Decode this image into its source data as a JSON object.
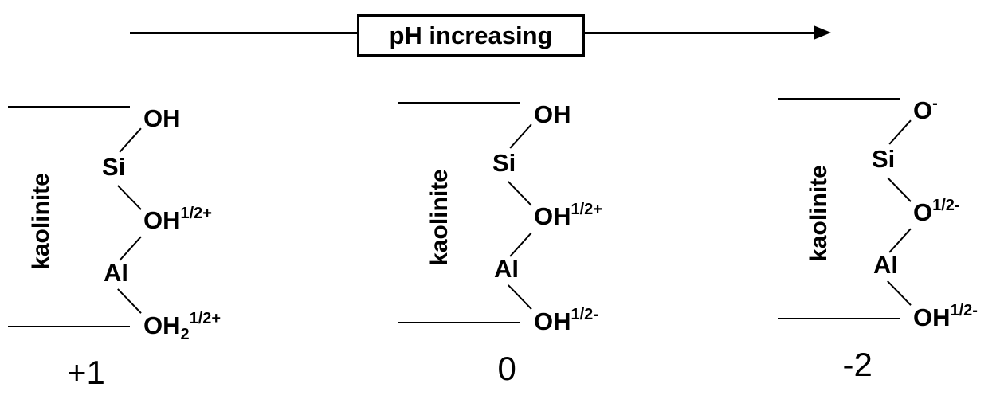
{
  "arrow": {
    "label": "pH increasing",
    "color": "#000000"
  },
  "panels": [
    {
      "mineral": "kaolinite",
      "top_group": {
        "base": "OH",
        "sub": "",
        "sup": ""
      },
      "si": "Si",
      "bridge_group": {
        "base": "OH",
        "sub": "",
        "sup": "1/2+"
      },
      "al": "Al",
      "bottom_group": {
        "base": "OH",
        "sub": "2",
        "sup": "1/2+"
      },
      "charge": "+1"
    },
    {
      "mineral": "kaolinite",
      "top_group": {
        "base": "OH",
        "sub": "",
        "sup": ""
      },
      "si": "Si",
      "bridge_group": {
        "base": "OH",
        "sub": "",
        "sup": "1/2+"
      },
      "al": "Al",
      "bottom_group": {
        "base": "OH",
        "sub": "",
        "sup": "1/2-"
      },
      "charge": "0"
    },
    {
      "mineral": "kaolinite",
      "top_group": {
        "base": "O",
        "sub": "",
        "sup": "-"
      },
      "si": "Si",
      "bridge_group": {
        "base": "O",
        "sub": "",
        "sup": "1/2-"
      },
      "al": "Al",
      "bottom_group": {
        "base": "OH",
        "sub": "",
        "sup": "1/2-"
      },
      "charge": "-2"
    }
  ]
}
